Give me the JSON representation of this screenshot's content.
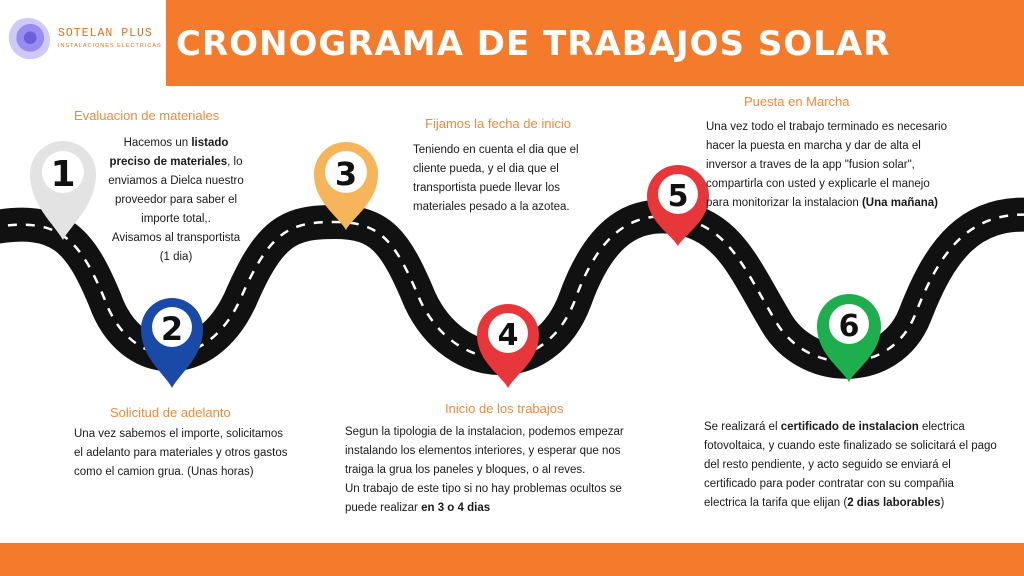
{
  "header": {
    "logo_name": "SOTELAN PLUS",
    "logo_sub": "INSTALACIONES ELECTRICAS",
    "title": "CRONOGRAMA DE TRABAJOS SOLAR"
  },
  "steps": [
    {
      "number": "1",
      "pin_color": "#e3e3e3",
      "heading": "Evaluacion de materiales",
      "text_a": "Hacemos un ",
      "text_b": "listado",
      "text_c": "preciso de materiales",
      "text_d": ", lo",
      "text_e": "enviamos a Dielca nuestro",
      "text_f": "proveedor para saber el",
      "text_g": "importe total,.",
      "text_h": "Avisamos al transportista",
      "text_i": "(1 dia)"
    },
    {
      "number": "2",
      "pin_color": "#1a4aa8",
      "heading": "Solicitud de adelanto",
      "text_a": "Una vez sabemos el importe, solicitamos",
      "text_b": "el adelanto para materiales y otros gastos",
      "text_c": "como el camion grua. (Unas horas)"
    },
    {
      "number": "3",
      "pin_color": "#f6b55a",
      "heading": "Fijamos la fecha de inicio",
      "text_a": "Teniendo en cuenta el dia que el",
      "text_b": "cliente pueda, y el dia que el",
      "text_c": "transportista puede llevar los",
      "text_d": "materiales pesado a la azotea."
    },
    {
      "number": "4",
      "pin_color": "#e8373b",
      "heading": "Inicio de los trabajos",
      "text_a": "Segun la tipologia de la instalacion, podemos empezar",
      "text_b": "instalando los elementos interiores, y esperar que nos",
      "text_c": "traiga la grua los paneles y bloques, o al reves.",
      "text_d": "Un trabajo de este tipo si no hay problemas ocultos se",
      "text_e": "puede realizar ",
      "text_f": "en 3 o 4 dias"
    },
    {
      "number": "5",
      "pin_color": "#e8373b",
      "heading": "Puesta en Marcha",
      "text_a": "Una vez todo el trabajo terminado es necesario",
      "text_b": "hacer la puesta en marcha y dar de alta el",
      "text_c": "inversor a traves de la app \"fusion solar\",",
      "text_d": "compartirla con usted y explicarle el manejo",
      "text_e": "para monitorizar la instalacion ",
      "text_f": "(Una mañana)"
    },
    {
      "number": "6",
      "pin_color": "#1fae4e",
      "text_a": "Se realizará el ",
      "text_b": "certificado de instalacion",
      "text_c": " electrica",
      "text_d": "fotovoltaica, y cuando este finalizado se solicitará el pago",
      "text_e": "del resto pendiente, y acto seguido se enviará el",
      "text_f": "certificado para poder contratar con su compañia",
      "text_g": "electrica la tarifa que elijan (",
      "text_h": "2 dias laborables",
      "text_i": ")"
    }
  ]
}
